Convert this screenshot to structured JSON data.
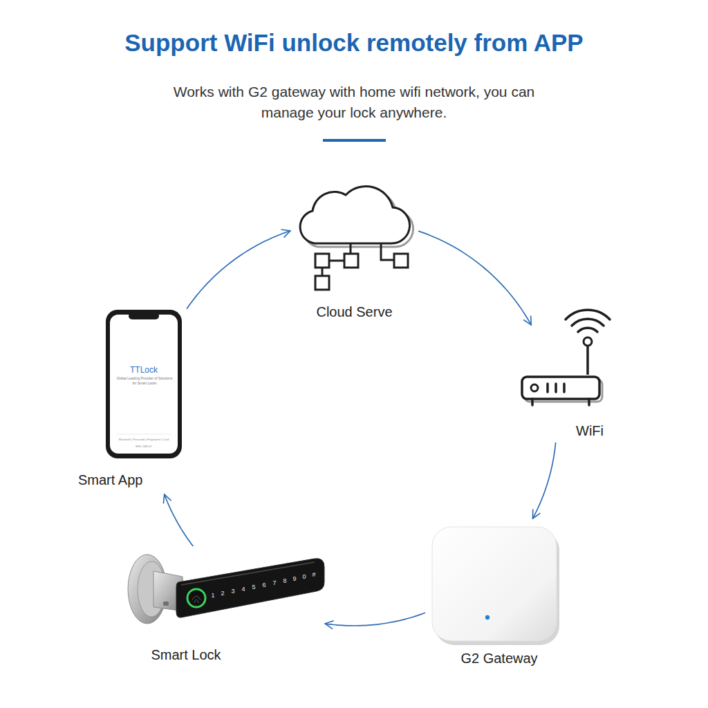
{
  "diagram": {
    "title": "Support WiFi unlock remotely from APP",
    "nodes": [
      {
        "text": [
          "Smart App",
          "TTLock",
          "Global Leading Provider of Solutions for Smart Locks",
          "Bluetooth | Passcode | Fingerprint | Card",
          "WiFi | NB-IoT"
        ]
      },
      {
        "text": [
          "Cloud Serve"
        ]
      },
      {
        "text": [
          "WiFi"
        ]
      },
      {
        "text": [
          "G2 Gateway"
        ]
      },
      {
        "text": [
          "Smart Lock"
        ]
      }
    ],
    "edges": [
      {
        "from": 0,
        "to": 1,
        "arrow": "to"
      },
      {
        "from": 1,
        "to": 2,
        "arrow": "to"
      },
      {
        "from": 2,
        "to": 3,
        "arrow": "to"
      },
      {
        "from": 3,
        "to": 4,
        "arrow": "to"
      },
      {
        "from": 4,
        "to": 0,
        "arrow": "to"
      }
    ],
    "labels": [
      "Works with G2 gateway with home wifi network, you can manage your lock anywhere.",
      "1",
      "2",
      "3",
      "4",
      "5",
      "6",
      "7",
      "8",
      "9",
      "0",
      "#"
    ]
  }
}
